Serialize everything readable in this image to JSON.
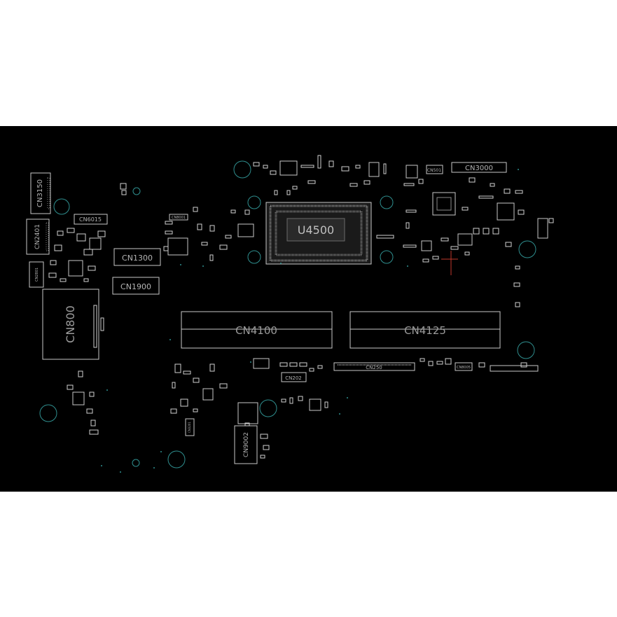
{
  "colors": {
    "page": "#ffffff",
    "board": "#000000",
    "outline": "#c8c8c8",
    "label": "#b4b4b4",
    "hole": "#2f8f8f",
    "marker": "#c0392b"
  },
  "components": {
    "cpu": "U4500",
    "cn4100": "CN4100",
    "cn4125": "CN4125",
    "cn800": "CN800",
    "cn1300": "CN1300",
    "cn1900": "CN1900",
    "cn3150": "CN3150",
    "cn2401": "CN2401",
    "cn6015": "CN6015",
    "cn3000": "CN3000",
    "cn250": "CN250",
    "cn202": "CN202",
    "cn9002": "CN9002",
    "cn501": "CN501",
    "cn8005": "CN8005",
    "cn8001": "CN8001",
    "cn2801": "CN2801",
    "cn3201": "CN3201"
  }
}
